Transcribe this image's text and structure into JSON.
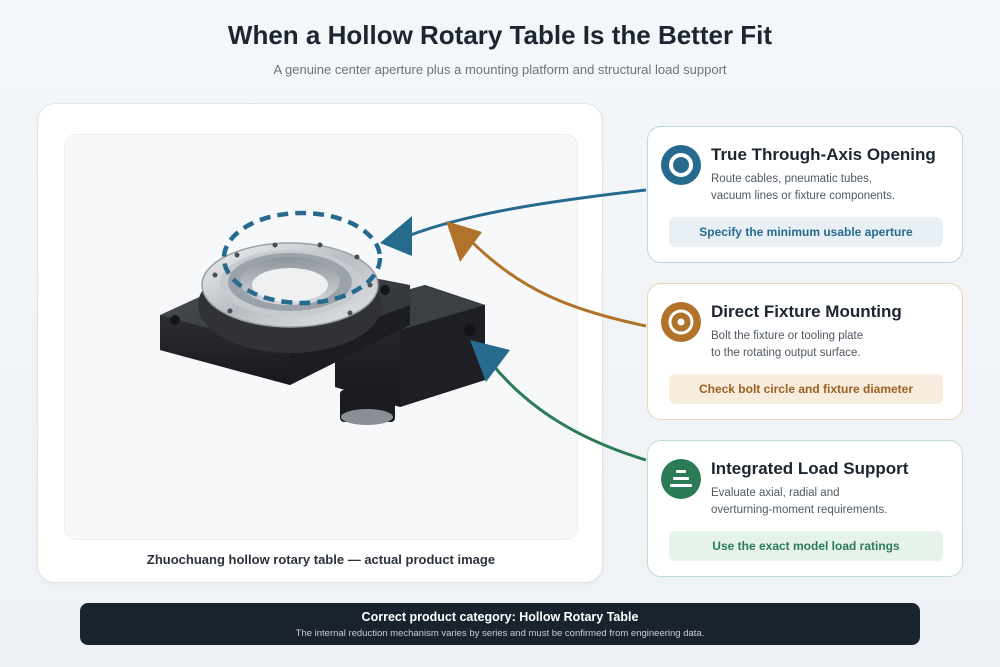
{
  "header": {
    "title": "When a Hollow Rotary Table Is the Better Fit",
    "subtitle": "A genuine center aperture plus a mounting platform and structural load support"
  },
  "product": {
    "caption": "Zhuochuang hollow rotary table — actual product image"
  },
  "cards": [
    {
      "title": "True Through-Axis Opening",
      "line1": "Route cables, pneumatic tubes,",
      "line2": "vacuum lines or fixture components.",
      "action": "Specify the minimum usable aperture",
      "icon": "ring-icon",
      "color": "#266b8e"
    },
    {
      "title": "Direct Fixture Mounting",
      "line1": "Bolt the fixture or tooling plate",
      "line2": "to the rotating output surface.",
      "action": "Check bolt circle and fixture diameter",
      "icon": "target-icon",
      "color": "#b1722a"
    },
    {
      "title": "Integrated Load Support",
      "line1": "Evaluate axial, radial and",
      "line2": "overturning-moment requirements.",
      "action": "Use the exact model load ratings",
      "icon": "stacked-layers-icon",
      "color": "#2b7c56"
    }
  ],
  "footer": {
    "title": "Correct product category: Hollow Rotary Table",
    "note": "The internal reduction mechanism varies by series and must be confirmed from engineering data."
  }
}
